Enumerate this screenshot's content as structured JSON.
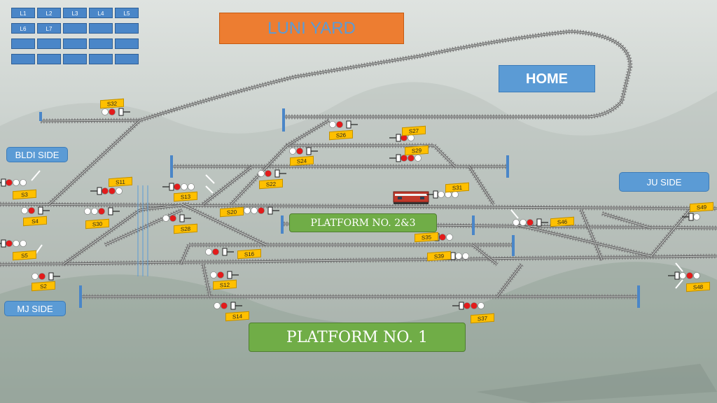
{
  "title": "LUNI YARD",
  "home_label": "HOME",
  "side_labels": {
    "bldi": "BLDI SIDE",
    "mj": "MJ SIDE",
    "ju": "JU SIDE"
  },
  "platforms": {
    "p23": "PLATFORM NO. 2&3",
    "p1": "PLATFORM NO. 1"
  },
  "line_buttons": [
    "L1",
    "L2",
    "L3",
    "L4",
    "L5",
    "L6",
    "L7",
    "",
    "",
    "",
    "",
    "",
    "",
    "",
    "",
    "",
    "",
    "",
    "",
    ""
  ],
  "signals": [
    "S32",
    "S26",
    "S27",
    "S29",
    "S24",
    "S22",
    "S11",
    "S13",
    "S31",
    "S3",
    "S4",
    "S30",
    "S20",
    "S28",
    "S49",
    "S46",
    "S5",
    "S35",
    "S16",
    "S39",
    "S2",
    "S12",
    "S48",
    "S14",
    "S37"
  ],
  "colors": {
    "rail": "#5a5a5a",
    "sleeper": "#8a8a8a",
    "stop_bar": "#4a86c8",
    "signal_red": "#e31b1b",
    "tag": "#ffc000"
  }
}
